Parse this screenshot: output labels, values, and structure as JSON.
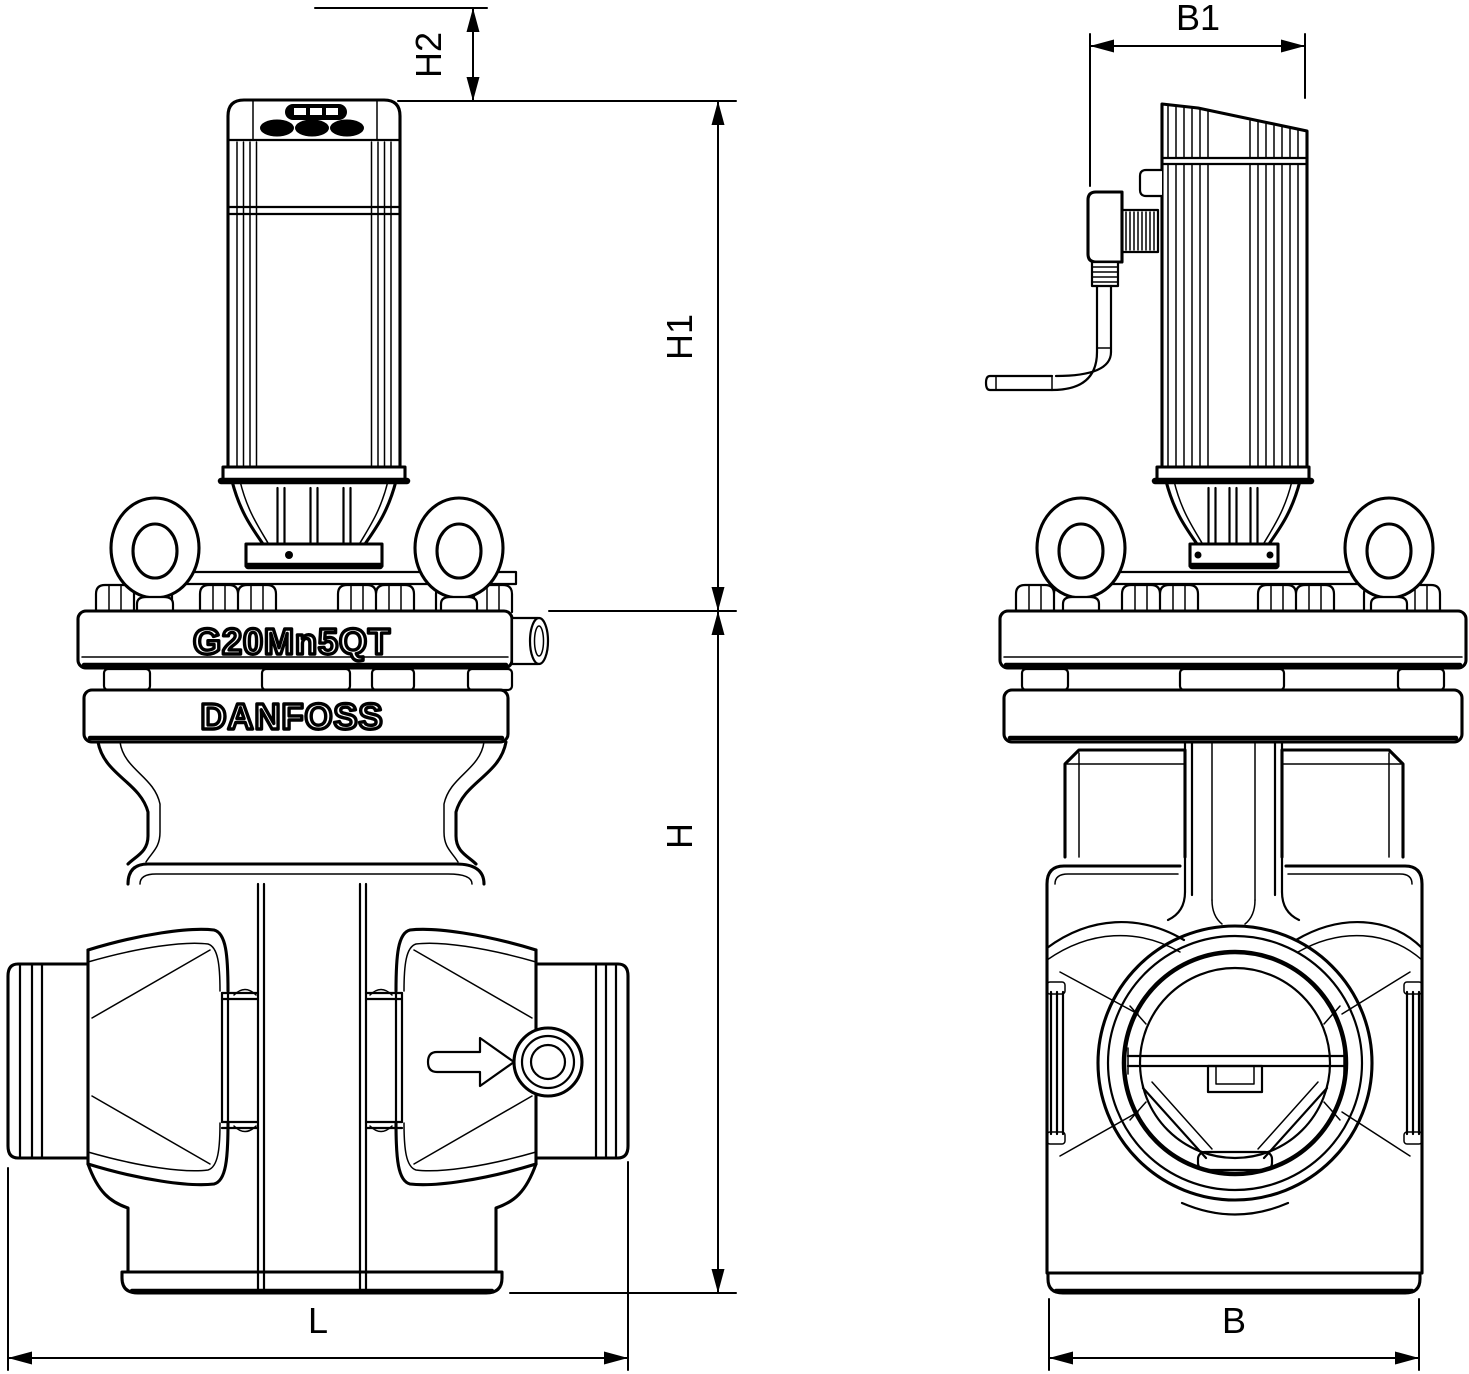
{
  "drawing": {
    "type": "technical-2d-valve-drawing",
    "background": "#ffffff",
    "line_color": "#000000",
    "views": {
      "front_view": "valve-with-actuator-front",
      "side_view": "valve-with-actuator-side"
    }
  },
  "dims": {
    "h2": "H2",
    "h1": "H1",
    "h": "H",
    "l": "L",
    "b1": "B1",
    "b": "B"
  },
  "markings": {
    "material": "G20Mn5QT",
    "brand": "DANFOSS"
  },
  "icons": {
    "flow_direction": "right-arrow"
  }
}
